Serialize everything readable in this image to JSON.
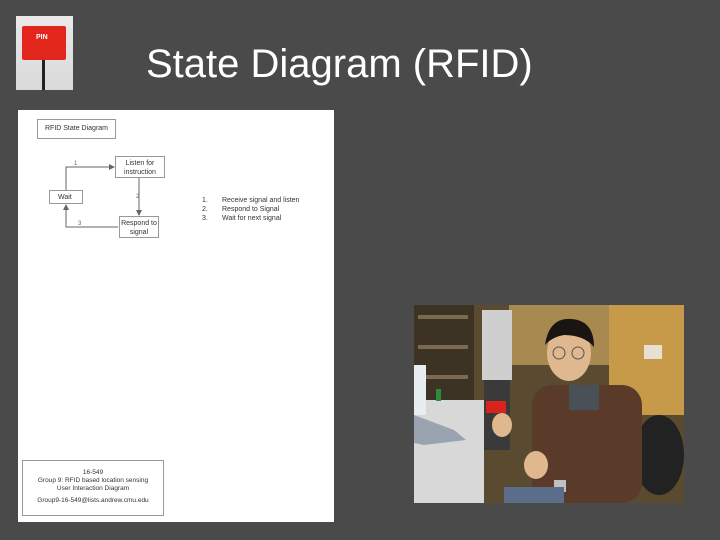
{
  "slide": {
    "title": "State Diagram (RFID)"
  },
  "logo": {
    "label": "PIN"
  },
  "document": {
    "title": "RFID State Diagram",
    "states": {
      "listen": [
        "Listen for",
        "instruction"
      ],
      "wait": "Wait",
      "respond": [
        "Respond to",
        "signal"
      ]
    },
    "edge_labels": [
      "1",
      "2",
      "3"
    ],
    "list": [
      {
        "num": "1.",
        "text": "Receive signal and listen"
      },
      {
        "num": "2.",
        "text": "Respond to Signal"
      },
      {
        "num": "3.",
        "text": "Wait for next signal"
      }
    ],
    "info": {
      "course": "16-549",
      "line1": "Group 9: RFID based location sensing",
      "line2": "User Interaction Diagram",
      "email": "Group9-16-549@lists.andrew.cmu.edu"
    }
  },
  "colors": {
    "background": "#4a4a4a",
    "title": "#ffffff",
    "board": "#e2261c"
  }
}
